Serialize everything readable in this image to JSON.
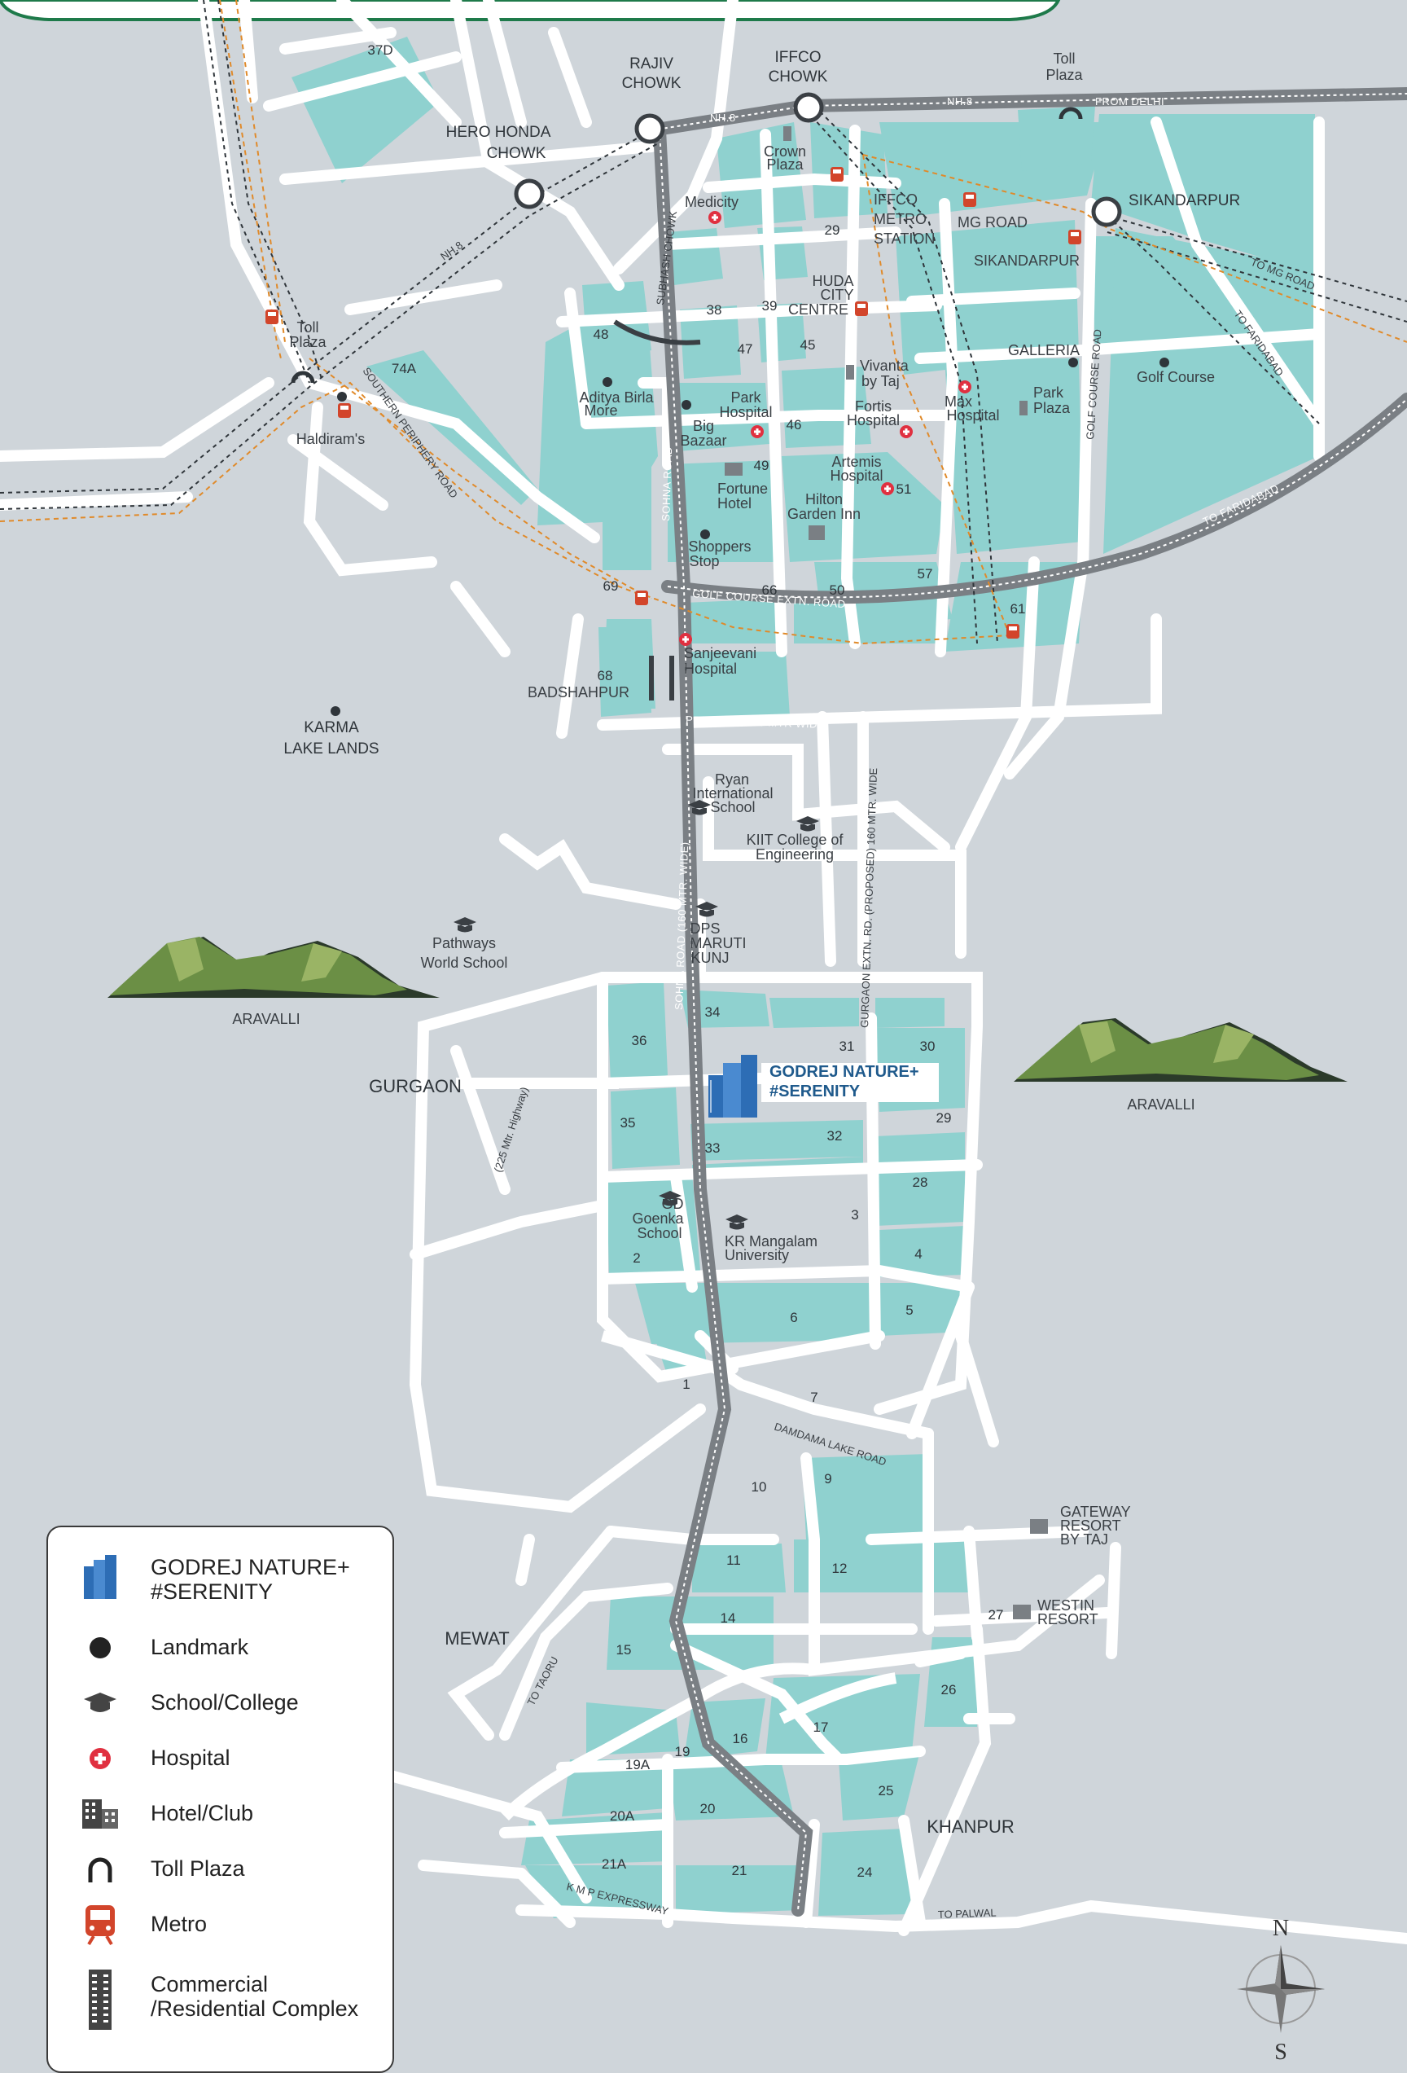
{
  "map": {
    "project": {
      "line1": "GODREJ NATURE+",
      "line2": "#SERENITY"
    },
    "junctions": [
      {
        "id": "rajiv",
        "line1": "RAJIV",
        "line2": "CHOWK"
      },
      {
        "id": "iffco",
        "line1": "IFFCO",
        "line2": "CHOWK"
      },
      {
        "id": "hero",
        "line1": "HERO HONDA",
        "line2": "CHOWK"
      },
      {
        "id": "sikandarpur",
        "line1": "SIKANDARPUR",
        "line2": ""
      }
    ],
    "toll_labels": [
      {
        "line1": "Toll",
        "line2": "Plaza"
      },
      {
        "line1": "Toll",
        "line2": "Plaza"
      }
    ],
    "roads": {
      "nh8": "NH.8",
      "nh8_b": "NH.8",
      "nh8_c": "NH.8",
      "from_delhi": "FROM DELHI",
      "to_mg_road": "TO MG ROAD",
      "to_faridabad": "TO FARIDABAD",
      "to_faridabad_2": "TO FARIDABAD",
      "golf_course_road": "GOLF COURSE ROAD",
      "golf_course_extn": "GOLF COURSE EXTN. ROAD",
      "subhash_chowk": "SUBHASH CHOWK",
      "sohna_road": "SOHNA ROAD",
      "sohna_road_wide": "SOHNA ROAD (160 MTR. WIDE)",
      "southern_peripheral": "SOUTHERN PERIPHERY ROAD",
      "proposed_90": "PROPOSED 90 MTR WIDE",
      "gurgaon_extn": "GURGAON EXTN. RD. (PROPOSED) 160 MTR. WIDE",
      "hwy_225": "(225 Mtr. Highway)",
      "damdama": "DAMDAMA LAKE ROAD",
      "to_taoru": "TO TAORU",
      "kmp": "K M P EXPRESSWAY",
      "to_palwal": "TO PALWAL"
    },
    "sectors": [
      "37D",
      "48",
      "38",
      "39",
      "29",
      "47",
      "45",
      "74A",
      "46",
      "49",
      "50",
      "57",
      "51",
      "61",
      "66",
      "69",
      "68",
      "34",
      "31",
      "30",
      "36",
      "35",
      "33",
      "32",
      "29",
      "28",
      "3",
      "4",
      "2",
      "6",
      "5",
      "1",
      "7",
      "10",
      "9",
      "11",
      "12",
      "14",
      "15",
      "27",
      "16",
      "17",
      "19",
      "19A",
      "20",
      "20A",
      "21A",
      "21",
      "24",
      "25",
      "26"
    ],
    "places": {
      "medicity": "Medicity",
      "crown_plaza_1": "Crown",
      "crown_plaza_2": "Plaza",
      "iffco_metro_1": "IFFCO",
      "iffco_metro_2": "METRO",
      "iffco_metro_3": "STATION",
      "mg_road": "MG ROAD",
      "sikandarpur_metro": "SIKANDARPUR",
      "huda_1": "HUDA",
      "huda_2": "CITY",
      "huda_3": "CENTRE",
      "galleria": "GALLERIA",
      "golf_course": "Golf Course",
      "vivanta_1": "Vivanta",
      "vivanta_2": "by Taj",
      "max_1": "Max",
      "max_2": "Hospital",
      "park_plaza_1": "Park",
      "park_plaza_2": "Plaza",
      "fortis_1": "Fortis",
      "fortis_2": "Hospital",
      "aditya_1": "Aditya Birla",
      "aditya_2": "More",
      "big_bazaar_1": "Big",
      "big_bazaar_2": "Bazaar",
      "park_hospital_1": "Park",
      "park_hospital_2": "Hospital",
      "artemis_1": "Artemis",
      "artemis_2": "Hospital",
      "fortune_1": "Fortune",
      "fortune_2": "Hotel",
      "hilton_1": "Hilton",
      "hilton_2": "Garden Inn",
      "shoppers_1": "Shoppers",
      "shoppers_2": "Stop",
      "haldirams": "Haldiram's",
      "sanjeevani_1": "Sanjeevani",
      "sanjeevani_2": "Hospital",
      "badshahpur": "BADSHAHPUR",
      "karma_1": "KARMA",
      "karma_2": "LAKE  LANDS",
      "ryan_1": "Ryan",
      "ryan_2": "International",
      "ryan_3": "School",
      "kiit_1": "KIIT College of",
      "kiit_2": "Engineering",
      "pathways_1": "Pathways",
      "pathways_2": "World School",
      "dps_1": "DPS",
      "dps_2": "MARUTI",
      "dps_3": "KUNJ",
      "aravalli_left": "ARAVALLI",
      "aravalli_right": "ARAVALLI",
      "gurgaon": "GURGAON",
      "gd_1": "GD",
      "gd_2": "Goenka",
      "gd_3": "School",
      "krm_1": "KR Mangalam",
      "krm_2": "University",
      "gateway_1": "GATEWAY",
      "gateway_2": "RESORT",
      "gateway_3": "BY TAJ",
      "westin_1": "WESTIN",
      "westin_2": "RESORT",
      "mewat": "MEWAT",
      "khanpur": "KHANPUR"
    },
    "compass": {
      "north": "N",
      "south": "S"
    }
  },
  "legend": {
    "items": [
      {
        "icon": "building-blue-icon",
        "line1": "GODREJ NATURE+",
        "line2": "#SERENITY"
      },
      {
        "icon": "landmark-dot-icon",
        "line1": "Landmark",
        "line2": ""
      },
      {
        "icon": "graduation-cap-icon",
        "line1": "School/College",
        "line2": ""
      },
      {
        "icon": "hospital-cross-icon",
        "line1": "Hospital",
        "line2": ""
      },
      {
        "icon": "hotel-building-icon",
        "line1": "Hotel/Club",
        "line2": ""
      },
      {
        "icon": "toll-plaza-icon",
        "line1": "Toll Plaza",
        "line2": ""
      },
      {
        "icon": "metro-train-icon",
        "line1": "Metro",
        "line2": ""
      },
      {
        "icon": "tower-icon",
        "line1": "Commercial",
        "line2": "/Residential Complex"
      }
    ]
  },
  "colors": {
    "background": "#cfd5da",
    "sector_fill": "#8fd1cf",
    "road": "#ffffff",
    "highway": "#7a7f84",
    "metro_line": "#e08a2a",
    "metro": "#d2452b",
    "hospital": "#e03040",
    "project_blue": "#2d6db5",
    "mountain": "#4f7a3a"
  }
}
